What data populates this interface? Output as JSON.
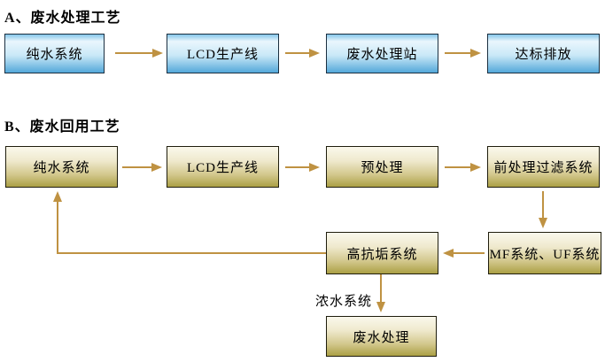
{
  "section_a": {
    "title": "A、废水处理工艺",
    "boxes": [
      {
        "id": "pure-water",
        "label": "纯水系统"
      },
      {
        "id": "lcd-line",
        "label": "LCD生产线"
      },
      {
        "id": "wastewater-station",
        "label": "废水处理站"
      },
      {
        "id": "standard-discharge",
        "label": "达标排放"
      }
    ]
  },
  "section_b": {
    "title": "B、废水回用工艺",
    "boxes": {
      "pure_water": "纯水系统",
      "lcd_line": "LCD生产线",
      "pretreatment": "预处理",
      "pre_filter": "前处理过滤系统",
      "mf_uf": "MF系统、UF系统",
      "anti_scaling": "高抗垢系统",
      "waste_treatment": "废水处理"
    },
    "annotations": {
      "concentrate": "浓水系统"
    }
  },
  "colors": {
    "arrow": "#bf9242",
    "blue_border": "#1b2f40",
    "blue_top": "#85c6ea",
    "blue_light": "#e9f6fd",
    "blue_bottom": "#54a8da",
    "khaki_border": "#1f1d0d",
    "khaki_top": "#faf8ec",
    "khaki_bottom": "#aba045"
  }
}
